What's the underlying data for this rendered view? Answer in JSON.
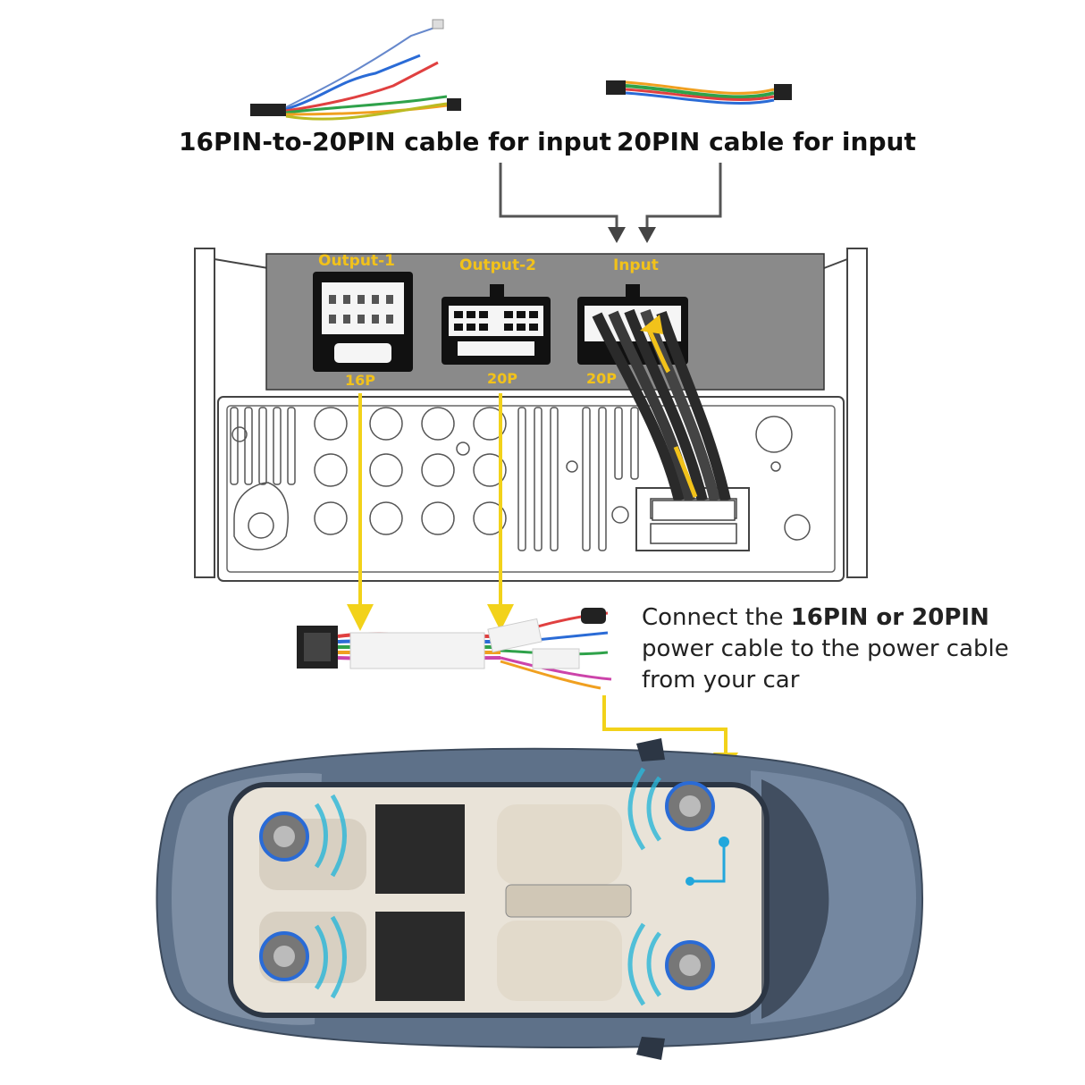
{
  "captions": {
    "cable_16_20": "16PIN-to-20PIN cable for input",
    "cable_20": "20PIN cable for input"
  },
  "ports": {
    "output1": "Output-1",
    "output2": "Output-2",
    "input": "Input",
    "pins_16": "16P",
    "pins_20_out": "20P",
    "pins_20_in": "20P"
  },
  "note": {
    "line_prefix": "Connect the ",
    "bold_part": "16PIN or 20PIN",
    "line_rest": "power cable to the power cable from your car"
  },
  "colors": {
    "arrow_yellow": "#f2d21a",
    "panel_gray": "#8a8a8a",
    "car_body": "#5e7189",
    "wave_cyan": "#2ab7d9",
    "wire_blue": "#22a7dc"
  }
}
